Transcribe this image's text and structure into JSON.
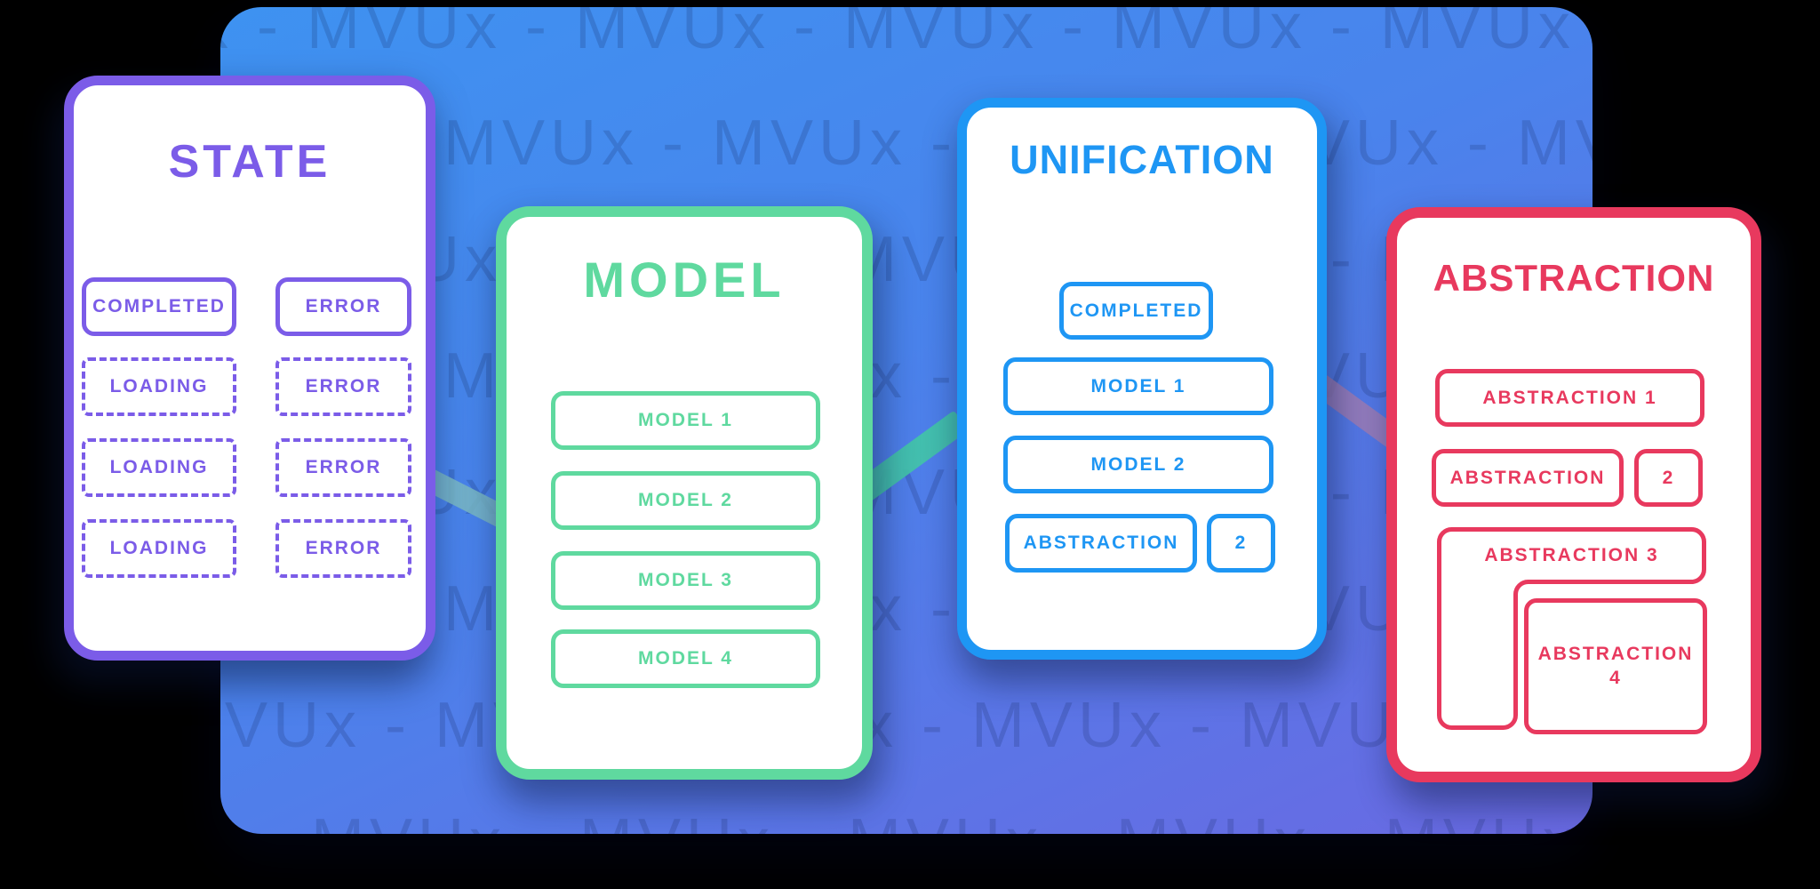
{
  "colors": {
    "purple": "#7B5CE8",
    "green": "#5FD99F",
    "blue": "#1E96F4",
    "red": "#E8395E",
    "panel_top": "#3E92F1",
    "panel_bottom": "#6A69E2"
  },
  "watermark": {
    "row_text": "MVUx - MVUx - MVUx - MVUx - MVUx - MVUx - MVUx - MVUx - MVUx"
  },
  "cards": {
    "state": {
      "title": "STATE",
      "boxes": {
        "completed": "COMPLETED",
        "error0": "ERROR",
        "loading1": "LOADING",
        "error1": "ERROR",
        "loading2": "LOADING",
        "error2": "ERROR",
        "loading3": "LOADING",
        "error3": "ERROR"
      }
    },
    "model": {
      "title": "MODEL",
      "boxes": [
        "MODEL 1",
        "MODEL 2",
        "MODEL 3",
        "MODEL 4"
      ]
    },
    "unification": {
      "title": "UNIFICATION",
      "boxes": {
        "completed": "COMPLETED",
        "model1": "MODEL 1",
        "model2": "MODEL 2",
        "abstraction": "ABSTRACTION",
        "count": "2"
      }
    },
    "abstraction": {
      "title": "ABSTRACTION",
      "boxes": {
        "a1": "ABSTRACTION 1",
        "a2": "ABSTRACTION",
        "count": "2",
        "a3": "ABSTRACTION 3",
        "a4_line1": "ABSTRACTION",
        "a4_line2": "4"
      }
    }
  }
}
